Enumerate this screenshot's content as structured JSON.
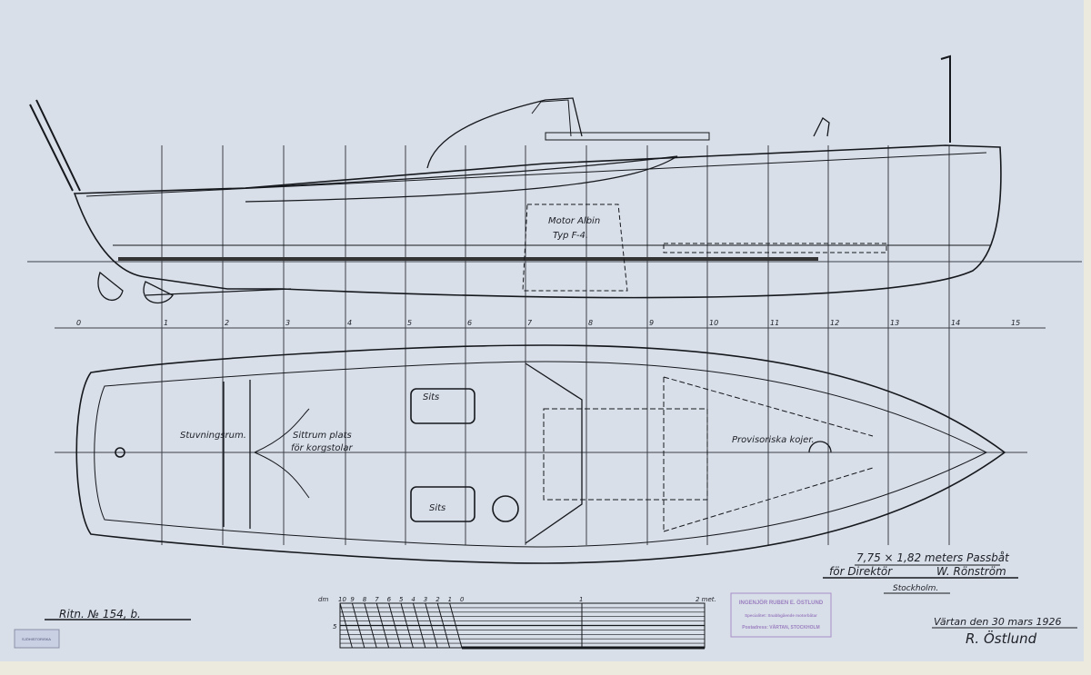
{
  "drawing": {
    "title_line1": "7,75 × 1,82 meters Passbåt",
    "title_line2_prefix": "för Direktör",
    "title_line2_name": "W. Rönström",
    "title_line3": "Stockholm.",
    "date_line": "Värtan den 30 mars 1926",
    "signature": "R. Östlund",
    "drawing_number": "Ritn. № 154, b.",
    "labels": {
      "motor": "Motor Albin",
      "motor_type": "Typ F-4.",
      "stowage": "Stuvningsrum.",
      "seating": "Sittrum plats",
      "seating2": "för korgstolar",
      "seat_top": "Sits",
      "seat_bottom": "Sits",
      "bunks": "Provisoriska kojer."
    },
    "stations": [
      "0",
      "1",
      "2",
      "3",
      "4",
      "5",
      "6",
      "7",
      "8",
      "9",
      "10",
      "11",
      "12",
      "13",
      "14",
      "15"
    ],
    "scale": {
      "unit_left": "dm",
      "ticks_left": [
        "10",
        "9",
        "8",
        "7",
        "6",
        "5",
        "4",
        "3",
        "2",
        "1",
        "0"
      ],
      "tick_mid": "1",
      "tick_end": "2 met.",
      "side_mark": "5"
    }
  },
  "stamp": {
    "line1": "INGENJÖR RUBEN E. ÖSTLUND",
    "line2": "Specialitet: Snabbgående motorbåtar",
    "line3": "Postadress: VÄRTAN, STOCKHOLM"
  },
  "archive_stamp": "SJÖHISTORISKA"
}
